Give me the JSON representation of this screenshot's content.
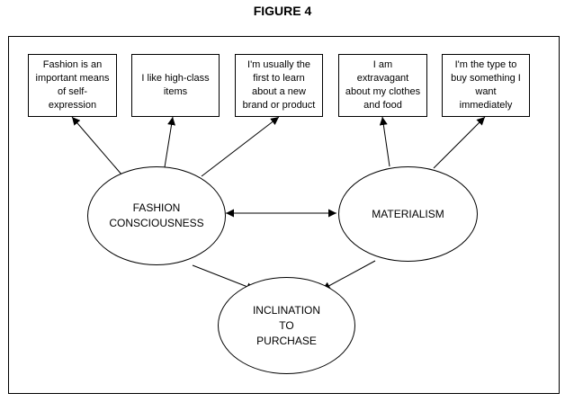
{
  "figure": {
    "title": "FIGURE 4"
  },
  "items": [
    {
      "id": "self_expression",
      "text": "Fashion is an\nimportant means\nof self-\nexpression"
    },
    {
      "id": "high_class",
      "text": "I like high-class\nitems"
    },
    {
      "id": "first_to_learn",
      "text": "I'm usually the\nfirst to learn\nabout a new\nbrand or product"
    },
    {
      "id": "extravagant",
      "text": "I  am\nextravagant\nabout my clothes\nand food"
    },
    {
      "id": "buy_immediately",
      "text": "I'm the type to\nbuy something I\nwant\nimmediately"
    }
  ],
  "constructs": {
    "fashion": {
      "label": "FASHION\nCONSCIOUSNESS"
    },
    "materialism": {
      "label": "MATERIALISM"
    },
    "inclination": {
      "label": "INCLINATION\nTO\nPURCHASE"
    }
  },
  "edges": [
    {
      "from": "fashion",
      "to": "self_expression",
      "type": "directed"
    },
    {
      "from": "fashion",
      "to": "high_class",
      "type": "directed"
    },
    {
      "from": "fashion",
      "to": "first_to_learn",
      "type": "directed"
    },
    {
      "from": "materialism",
      "to": "extravagant",
      "type": "directed"
    },
    {
      "from": "materialism",
      "to": "buy_immediately",
      "type": "directed"
    },
    {
      "from": "fashion",
      "to": "materialism",
      "type": "bidirectional"
    },
    {
      "from": "fashion",
      "to": "inclination",
      "type": "directed"
    },
    {
      "from": "materialism",
      "to": "inclination",
      "type": "directed"
    }
  ],
  "colors": {
    "line": "#000000",
    "background": "#ffffff"
  }
}
